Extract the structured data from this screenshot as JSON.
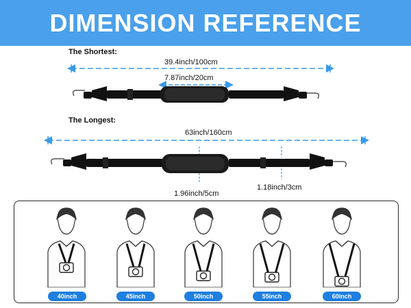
{
  "banner": {
    "title": "DIMENSION REFERENCE"
  },
  "shortest": {
    "label": "The Shortest:",
    "total_length": "39.4inch/100cm",
    "pad_length": "7.87inch/20cm"
  },
  "longest": {
    "label": "The Longest:",
    "total_length": "63inch/160cm",
    "pad_width": "1.96inch/5cm",
    "strap_width": "1.18inch/3cm"
  },
  "sizes": [
    {
      "label": "40inch"
    },
    {
      "label": "45inch"
    },
    {
      "label": "50inch"
    },
    {
      "label": "55inch"
    },
    {
      "label": "60inch"
    }
  ],
  "colors": {
    "banner": "#4aa0ea",
    "badge": "#1e7fe0",
    "dim_line": "#3a9ae8",
    "strap": "#111111"
  }
}
